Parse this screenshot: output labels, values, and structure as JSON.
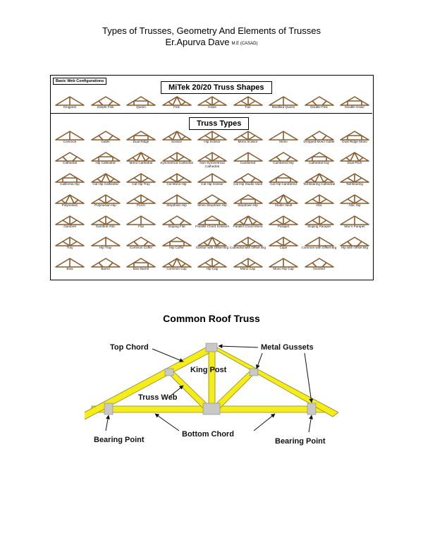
{
  "header": {
    "title": "Types of Trusses, Geometry  And Elements of Trusses",
    "author": "Er.Apurva Dave",
    "affiliation": "M.E (CASAD)"
  },
  "chart_panel": {
    "basic_label": "Basic Web Configurations",
    "mitek_title": "MiTek 20/20 Truss Shapes",
    "types_title": "Truss Types",
    "basic_shapes": [
      "Kingpost",
      "Simple Fink",
      "Queen",
      "Fink",
      "Howe",
      "Fan",
      "Modified Queen",
      "Double Fink",
      "Double Howe"
    ],
    "truss_types": [
      [
        "Common",
        "Gable",
        "Dual Ridge",
        "Scissor",
        "Hip Scissor",
        "Mono Scissor",
        "Mono",
        "Dropped Mono Gable",
        "Dual Ridge Mono"
      ],
      [
        "Cathedral",
        "Hip Cathedral",
        "Mono Cathedral",
        "Symmetrical Cathedral",
        "Non-Symmetrical Cathedral",
        "Cambered",
        "Cambered Hip",
        "Cathedral tray",
        "Dual Pitch"
      ],
      [
        "California Hip",
        "Cal Hip Cathedral",
        "Cal Hip Tray",
        "Cal Mono Hip",
        "Cal Hip Scissor",
        "Cal Hip Studio Vault",
        "Cal Hip Cambered",
        "Tall Bearing Cathedral",
        "Tall Bearing"
      ],
      [
        "Polynesian",
        "Polynesian Hip",
        "Porch",
        "Stepdown Hip",
        "Mono Stepdown Hip",
        "Stepdown Hip",
        "Studio Vault",
        "Attic",
        "Attic Hip"
      ],
      [
        "Gambrel",
        "Gambrel Attic",
        "Flat",
        "Sloping Flat",
        "Parallel Chord Scissors",
        "Parallel Chord Mono",
        "Parapet",
        "Sloping Parapet",
        "Mac's Parapet"
      ],
      [
        "Tray",
        "Hip Tray",
        "Common Coffer",
        "Hip Coffer",
        "Scissor with Offset Brg",
        "Cathedral with Offset Brg",
        "Cape",
        "Common with Offset Brg",
        "Hip with Offset Brg"
      ],
      [
        "Bow",
        "Barrel",
        "Bow Barrel",
        "Common Cap",
        "Hip Cap",
        "Mono Cap",
        "Mono Hip Cap",
        "Inverted"
      ]
    ],
    "truss_color": "#8b5a2b"
  },
  "diagram": {
    "title": "Common Roof Truss",
    "labels": {
      "top_chord": "Top Chord",
      "metal_gussets": "Metal Gussets",
      "king_post": "King Post",
      "truss_web": "Truss Web",
      "bottom_chord": "Bottom Chord",
      "bearing_left": "Bearing Point",
      "bearing_right": "Bearing Point"
    },
    "member_color": "#f5ec1a",
    "gusset_color": "#c8c8c8"
  }
}
